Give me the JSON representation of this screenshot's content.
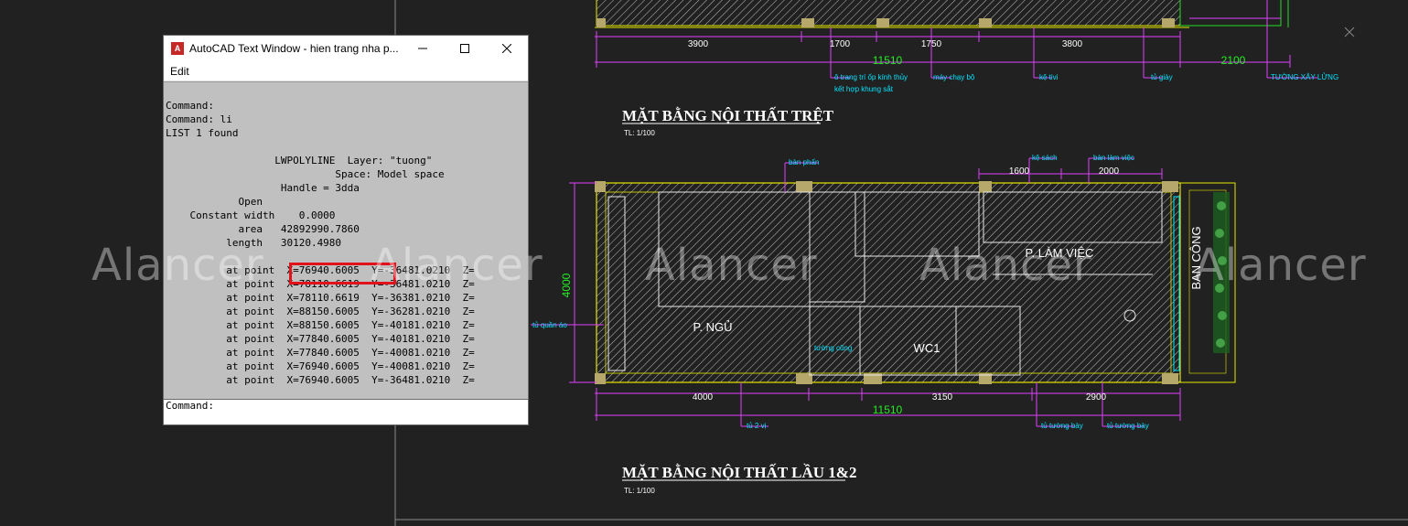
{
  "drawing": {
    "top_dims": [
      "3900",
      "1700",
      "1750",
      "3800"
    ],
    "top_total": "11510",
    "top_right": "2100",
    "top_notes": [
      "ô trang trí ốp kính thủy",
      "kết hợp khung sắt",
      "máy chạy bộ",
      "kệ tivi",
      "tủ giày",
      "TƯỜNG XÂY LỬNG"
    ],
    "title1": "MẶT BẰNG NỘI THẤT TRỆT",
    "scale1": "TL: 1/100",
    "plan_notes": [
      "bàn phấn",
      "kệ sách",
      "bàn làm việc"
    ],
    "plan_dims_top": [
      "1600",
      "2000"
    ],
    "height_dim": "4000",
    "rooms": [
      "P. NGỦ",
      "P. LÀM VIỆC",
      "WC1",
      "BAN CÔNG",
      "tường cũng"
    ],
    "bottom_dims": [
      "4000",
      "3150",
      "2900"
    ],
    "bottom_total": "11510",
    "bottom_notes": [
      "tủ 2 vị",
      "tủ tường bày",
      "tủ tường bày"
    ],
    "left_note": "tủ quần áo",
    "title2": "MẶT BẰNG NỘI THẤT LẦU 1&2",
    "scale2": "TL: 1/100"
  },
  "watermark": [
    "Alancer",
    "Alancer",
    "Alancer",
    "Alancer",
    "Alancer"
  ],
  "text_window": {
    "title": "AutoCAD Text Window - hien trang nha p...",
    "menu_edit": "Edit",
    "output_lines": [
      "Command:",
      "Command: li",
      "LIST 1 found",
      "",
      "                  LWPOLYLINE  Layer: \"tuong\"",
      "                            Space: Model space",
      "                   Handle = 3dda",
      "            Open",
      "    Constant width    0.0000",
      "            area   42892990.7860",
      "          length   30120.4980",
      "",
      "          at point  X=76940.6005  Y=-36481.0210  Z=",
      "          at point  X=78110.6619  Y=-36481.0210  Z=",
      "          at point  X=78110.6619  Y=-36381.0210  Z=",
      "          at point  X=88150.6005  Y=-36281.0210  Z=",
      "          at point  X=88150.6005  Y=-40181.0210  Z=",
      "          at point  X=77840.6005  Y=-40181.0210  Z=",
      "          at point  X=77840.6005  Y=-40081.0210  Z=",
      "          at point  X=76940.6005  Y=-40081.0210  Z=",
      "          at point  X=76940.6005  Y=-36481.0210  Z="
    ],
    "command_prompt": "Command:"
  }
}
